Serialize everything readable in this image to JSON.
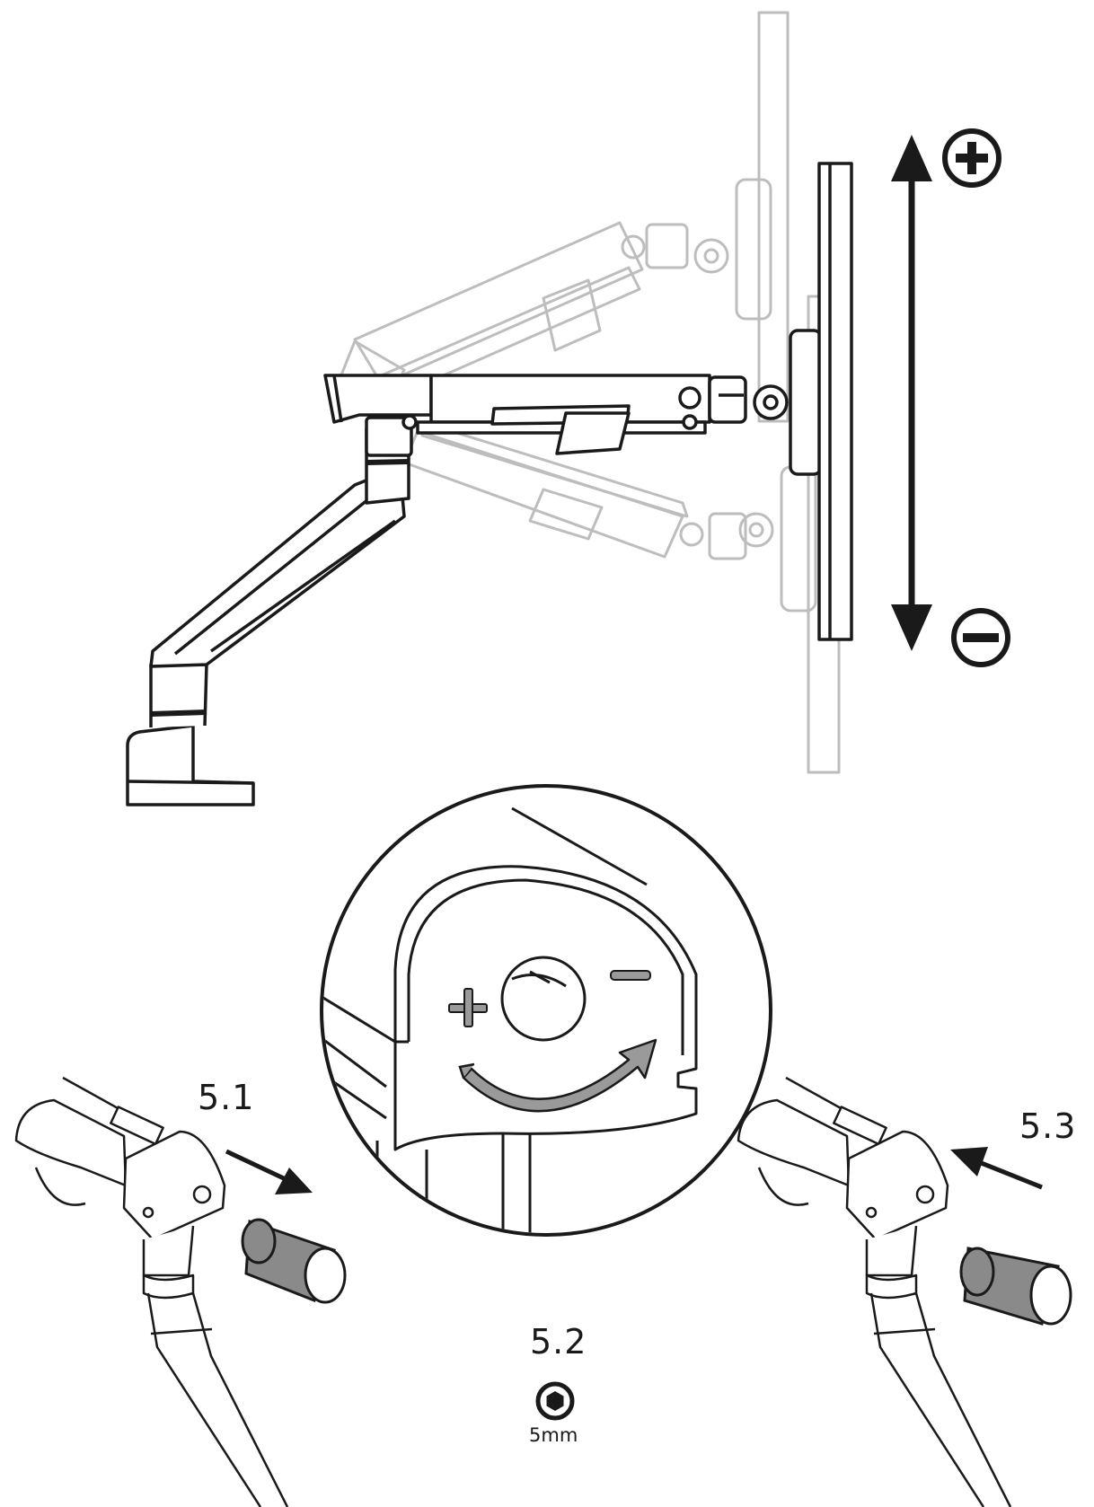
{
  "steps": {
    "step1": "5.1",
    "step2": "5.2",
    "step3": "5.3"
  },
  "tool": {
    "size_label": "5mm",
    "icon": "hex-key-icon"
  },
  "direction_indicators": {
    "up_icon": "plus-circle-icon",
    "down_icon": "minus-circle-icon"
  },
  "colors": {
    "line": "#1a1a1a",
    "ghost": "#b8b8b8",
    "cap_fill": "#8a8a8a",
    "arrow_fill": "#9a9a9a"
  }
}
